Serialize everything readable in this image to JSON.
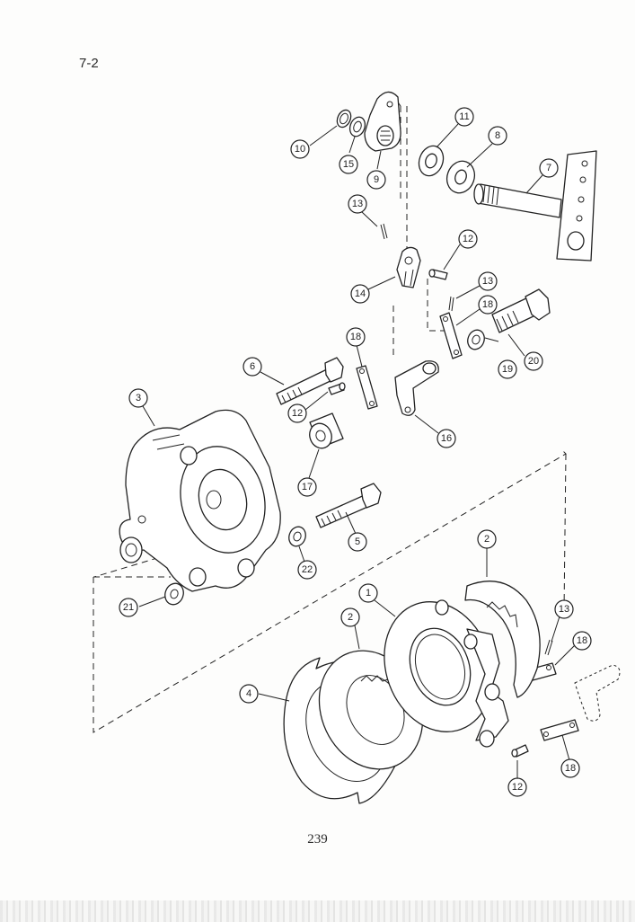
{
  "page": {
    "section": "7-2",
    "page_number": "239"
  },
  "callouts": [
    {
      "n": "1"
    },
    {
      "n": "2"
    },
    {
      "n": "2"
    },
    {
      "n": "3"
    },
    {
      "n": "4"
    },
    {
      "n": "5"
    },
    {
      "n": "6"
    },
    {
      "n": "7"
    },
    {
      "n": "8"
    },
    {
      "n": "9"
    },
    {
      "n": "10"
    },
    {
      "n": "11"
    },
    {
      "n": "12"
    },
    {
      "n": "12"
    },
    {
      "n": "12"
    },
    {
      "n": "13"
    },
    {
      "n": "13"
    },
    {
      "n": "13"
    },
    {
      "n": "14"
    },
    {
      "n": "15"
    },
    {
      "n": "16"
    },
    {
      "n": "17"
    },
    {
      "n": "18"
    },
    {
      "n": "18"
    },
    {
      "n": "18"
    },
    {
      "n": "18"
    },
    {
      "n": "19"
    },
    {
      "n": "20"
    },
    {
      "n": "21"
    },
    {
      "n": "22"
    }
  ]
}
